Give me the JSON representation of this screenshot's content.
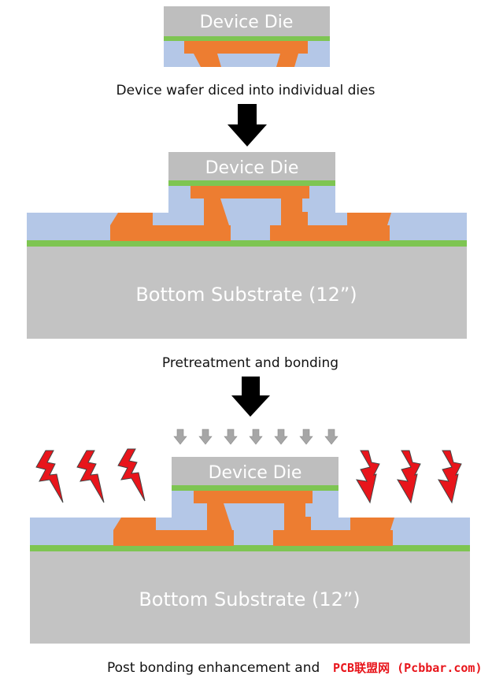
{
  "stage1": {
    "die_label": "Device Die",
    "caption": "Device wafer diced into individual dies"
  },
  "stage2": {
    "die_label": "Device Die",
    "substrate_label": "Bottom Substrate (12”)",
    "caption": "Pretreatment and bonding"
  },
  "stage3": {
    "die_label": "Device Die",
    "substrate_label": "Bottom Substrate (12”)",
    "caption": "Post bonding enhancement and",
    "watermark": "PCB联盟网 (Pcbbar.com)"
  },
  "colors": {
    "die_gray": "#bebebe",
    "substrate_gray": "#c3c3c3",
    "bond_green": "#7ec552",
    "dielectric_blue": "#b4c7e7",
    "copper_orange": "#ed7d31",
    "arrow_black": "#000000",
    "pressure_arrow_gray": "#a6a6a6",
    "lightning_red": "#e8151b"
  },
  "icons": {
    "process_arrow": "down-arrow-icon",
    "pressure": "small-down-arrow-icon",
    "energy": "lightning-bolt-icon"
  }
}
